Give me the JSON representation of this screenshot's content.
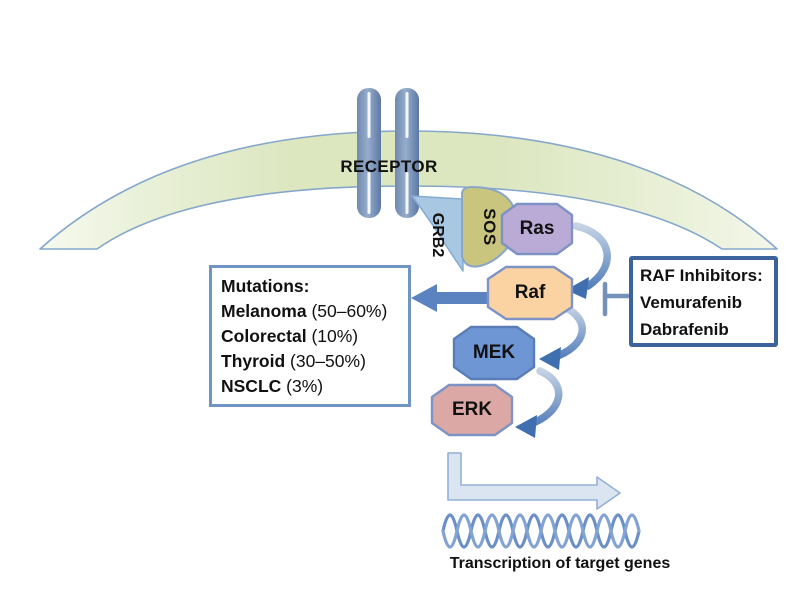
{
  "diagram": {
    "receptor_label": "RECEPTOR",
    "grb2_label": "GRB2",
    "sos_label": "SOS",
    "ras_label": "Ras",
    "raf_label": "Raf",
    "mek_label": "MEK",
    "erk_label": "ERK",
    "transcription_label": "Transcription of target genes"
  },
  "mutations_box": {
    "title": "Mutations:",
    "rows": [
      {
        "name": "Melanoma",
        "detail": " (50–60%)"
      },
      {
        "name": "Colorectal",
        "detail": " (10%)"
      },
      {
        "name": "Thyroid",
        "detail": " (30–50%)"
      },
      {
        "name": "NSCLC",
        "detail": " (3%)"
      }
    ]
  },
  "inhibitors_box": {
    "title": "RAF Inhibitors:",
    "drug_1": "Vemurafenib",
    "drug_2": "Dabrafenib"
  },
  "colors": {
    "membrane_green": "#dce6bf",
    "membrane_border": "#85a7cb",
    "receptor_bar_blue": "#7b96bd",
    "grb2_fill": "#a8c7e3",
    "sos_fill": "#c9c57e",
    "ras_fill": "#b9abd6",
    "raf_fill": "#fbd3a3",
    "mek_fill": "#6e96d5",
    "erk_fill": "#dba8a6",
    "node_border": "#7d93c5",
    "arrow_blue": "#5b83c0",
    "arrow_dark_blue": "#3f6fae",
    "inhibitor_bar_blue": "#7591bb",
    "mutations_border_blue": "#6f96c2",
    "inhibitors_border_blue": "#3d639c",
    "bent_arrow_fill": "#dbe5f2",
    "bent_arrow_border": "#93b0d6",
    "dna_blue": "#6b90c7",
    "dna_blue_light": "#82a3d4"
  }
}
